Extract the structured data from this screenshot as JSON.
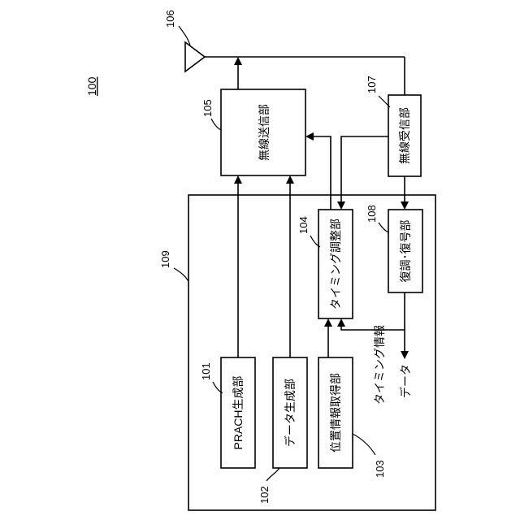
{
  "device": {
    "ref": "100"
  },
  "antenna": {
    "ref": "106"
  },
  "controller": {
    "ref": "109"
  },
  "blocks": {
    "prach": {
      "ref": "101",
      "label": "PRACH生成部"
    },
    "data_gen": {
      "ref": "102",
      "label": "データ生成部"
    },
    "position": {
      "ref": "103",
      "label": "位置情報取得部"
    },
    "timing": {
      "ref": "104",
      "label": "タイミング調整部"
    },
    "tx": {
      "ref": "105",
      "label": "無線送信部"
    },
    "rx": {
      "ref": "107",
      "label": "無線受信部"
    },
    "demod": {
      "ref": "108",
      "label": "復調･復号部"
    }
  },
  "signals": {
    "timing_info": "タイミング情報",
    "data_out": "データ"
  }
}
